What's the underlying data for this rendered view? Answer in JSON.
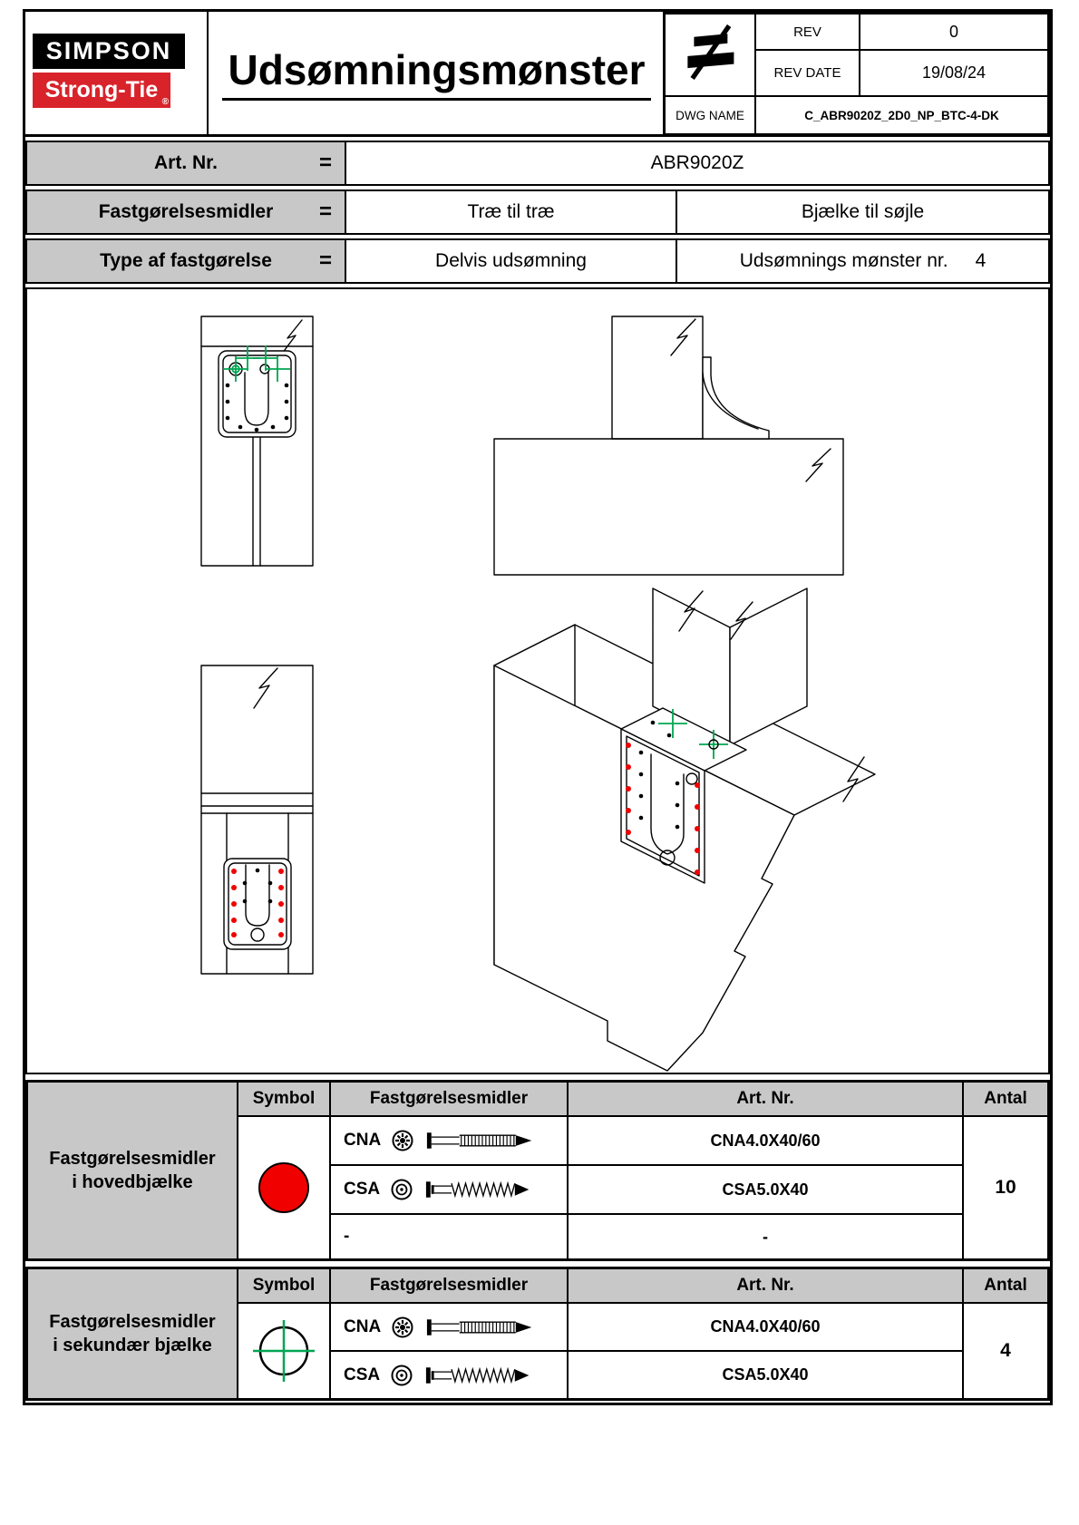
{
  "header": {
    "logo_line1": "SIMPSON",
    "logo_line2": "Strong-Tie",
    "logo_reg": "®",
    "title": "Udsømningsmønster",
    "rev_label": "REV",
    "rev_value": "0",
    "rev_date_label": "REV DATE",
    "rev_date_value": "19/08/24",
    "dwg_name_label": "DWG NAME",
    "dwg_name_value": "C_ABR9020Z_2D0_NP_BTC-4-DK"
  },
  "info": {
    "art_label": "Art. Nr.",
    "art_equals": "=",
    "art_value": "ABR9020Z",
    "fastgorelse_label": "Fastgørelsesmidler",
    "fastgorelse_equals": "=",
    "fastgorelse_value_left": "Træ til træ",
    "fastgorelse_value_right": "Bjælke til søjle",
    "type_label": "Type af fastgørelse",
    "type_equals": "=",
    "type_value_left": "Delvis udsømning",
    "type_value_right": "Udsømnings mønster nr.",
    "pattern_nr": "4"
  },
  "tables": {
    "main_beam": {
      "label_line1": "Fastgørelsesmidler",
      "label_line2": "i hovedbjælke",
      "col_symbol": "Symbol",
      "col_fastener": "Fastgørelsesmidler",
      "col_art": "Art. Nr.",
      "col_qty": "Antal",
      "rows": [
        {
          "code": "CNA",
          "art": "CNA4.0X40/60"
        },
        {
          "code": "CSA",
          "art": "CSA5.0X40"
        },
        {
          "code": "-",
          "art": "-"
        }
      ],
      "qty": "10",
      "symbol_icon": "red-filled-circle"
    },
    "secondary_beam": {
      "label_line1": "Fastgørelsesmidler",
      "label_line2": "i sekundær bjælke",
      "col_symbol": "Symbol",
      "col_fastener": "Fastgørelsesmidler",
      "col_art": "Art. Nr.",
      "col_qty": "Antal",
      "rows": [
        {
          "code": "CNA",
          "art": "CNA4.0X40/60"
        },
        {
          "code": "CSA",
          "art": "CSA5.0X40"
        }
      ],
      "qty": "4",
      "symbol_icon": "green-crosshair-circle"
    }
  },
  "icons": {
    "projection_symbol": "not-equal-projection-icon",
    "cna_drive": "torx-circle-icon",
    "csa_drive": "ring-circle-icon",
    "cna_fastener": "ring-shank-nail-glyph",
    "csa_fastener": "wood-screw-glyph"
  },
  "colors": {
    "symbol_red": "#f10000",
    "marker_green": "#00a651",
    "table_gray": "#c8c8c8",
    "logo_red": "#d8232a"
  }
}
